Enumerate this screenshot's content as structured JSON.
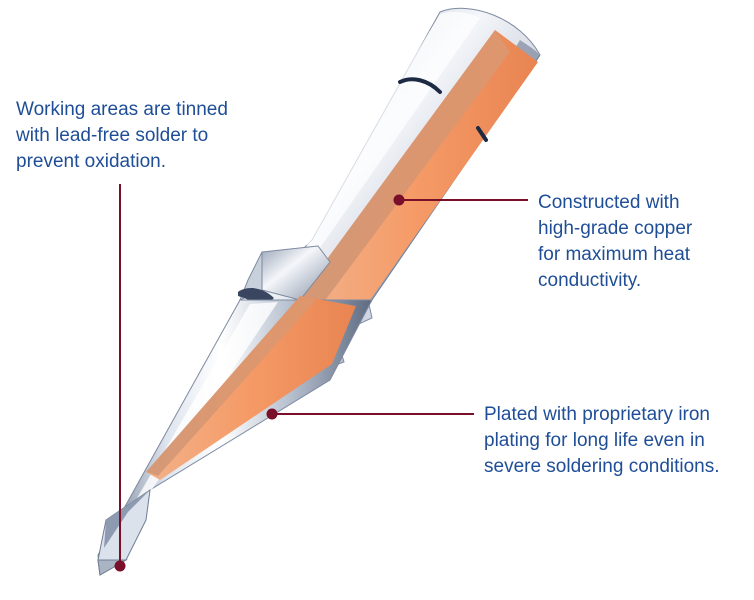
{
  "callouts": {
    "tinning": {
      "lines": [
        "Working areas are tinned",
        "with lead-free solder to",
        "prevent oxidation."
      ]
    },
    "copper": {
      "lines": [
        "Constructed with",
        "high-grade copper",
        "for maximum heat",
        "conductivity."
      ]
    },
    "plating": {
      "lines": [
        "Plated with proprietary iron",
        "plating for long life even in",
        "severe soldering conditions."
      ]
    }
  },
  "colors": {
    "label_text": "#1f4e97",
    "leader_line": "#7a0f2a",
    "copper_core": "#f4a070",
    "steel_light": "#e8edf4",
    "steel_dark": "#7d8ba0"
  }
}
